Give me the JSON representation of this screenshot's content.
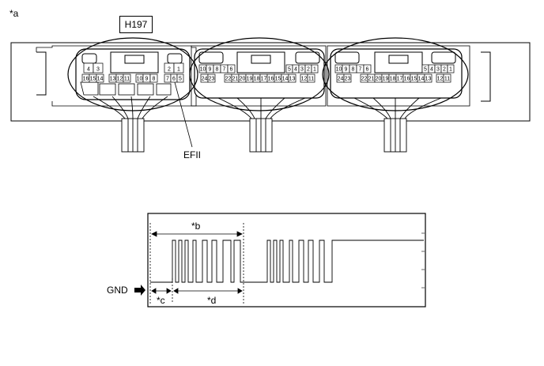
{
  "figure_label": "*a",
  "connector_id": "H197",
  "pin_callout": "EFII",
  "ground_label": "GND",
  "waveform_labels": {
    "b": "*b",
    "c": "*c",
    "d": "*d"
  },
  "left_connector": {
    "top_pins": [
      "4",
      "3",
      "2",
      "1"
    ],
    "mid_pins": [
      "16",
      "15",
      "14",
      "13",
      "12",
      "11",
      "10",
      "9",
      "8",
      "7",
      "6",
      "5"
    ]
  },
  "mid_connector": {
    "row1_left": [
      "10",
      "9",
      "8",
      "7",
      "6"
    ],
    "row1_right": [
      "5",
      "4",
      "3",
      "2",
      "1"
    ],
    "row2_left": [
      "24",
      "23"
    ],
    "row2_mid": [
      "22",
      "21",
      "20",
      "19",
      "18",
      "17",
      "16",
      "15",
      "14",
      "13"
    ],
    "row2_right": [
      "12",
      "11"
    ]
  },
  "right_connector": {
    "row1_left": [
      "10",
      "9",
      "8",
      "7",
      "6"
    ],
    "row1_right": [
      "5",
      "4",
      "3",
      "2",
      "1"
    ],
    "row2_left": [
      "24",
      "23"
    ],
    "row2_mid": [
      "22",
      "21",
      "20",
      "19",
      "18",
      "17",
      "16",
      "15",
      "14",
      "13"
    ],
    "row2_right": [
      "12",
      "11"
    ]
  }
}
